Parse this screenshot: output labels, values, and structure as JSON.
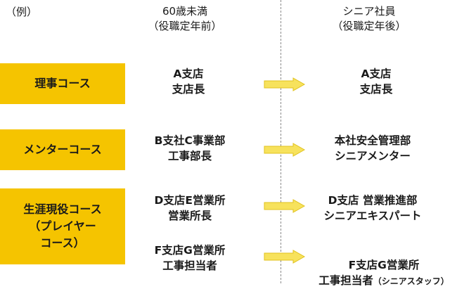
{
  "example_label": "（例）",
  "headers": {
    "before": [
      "60歳未満",
      "（役職定年前）"
    ],
    "after": [
      "シニア社員",
      "（役職定年後）"
    ]
  },
  "courses": [
    "理事コース",
    "メンターコース",
    "生涯現役コース\n（プレイヤー\nコース）"
  ],
  "rows": [
    {
      "before": "A支店\n支店長",
      "after": "A支店\n支店長",
      "after_note": ""
    },
    {
      "before": "B支社C事業部\n工事部長",
      "after": "本社安全管理部\nシニアメンター",
      "after_note": ""
    },
    {
      "before": "D支店E営業所\n営業所長",
      "after": "D支店 営業推進部\nシニアエキスパート",
      "after_note": ""
    },
    {
      "before": "F支店G営業所\n工事担当者",
      "after": "F支店G営業所\n工事担当者",
      "after_note": "（シニアスタッフ）"
    }
  ],
  "colors": {
    "course_fill": "#f5c400",
    "arrow_fill": "#f7e25c",
    "arrow_stroke": "#e0c21e"
  }
}
